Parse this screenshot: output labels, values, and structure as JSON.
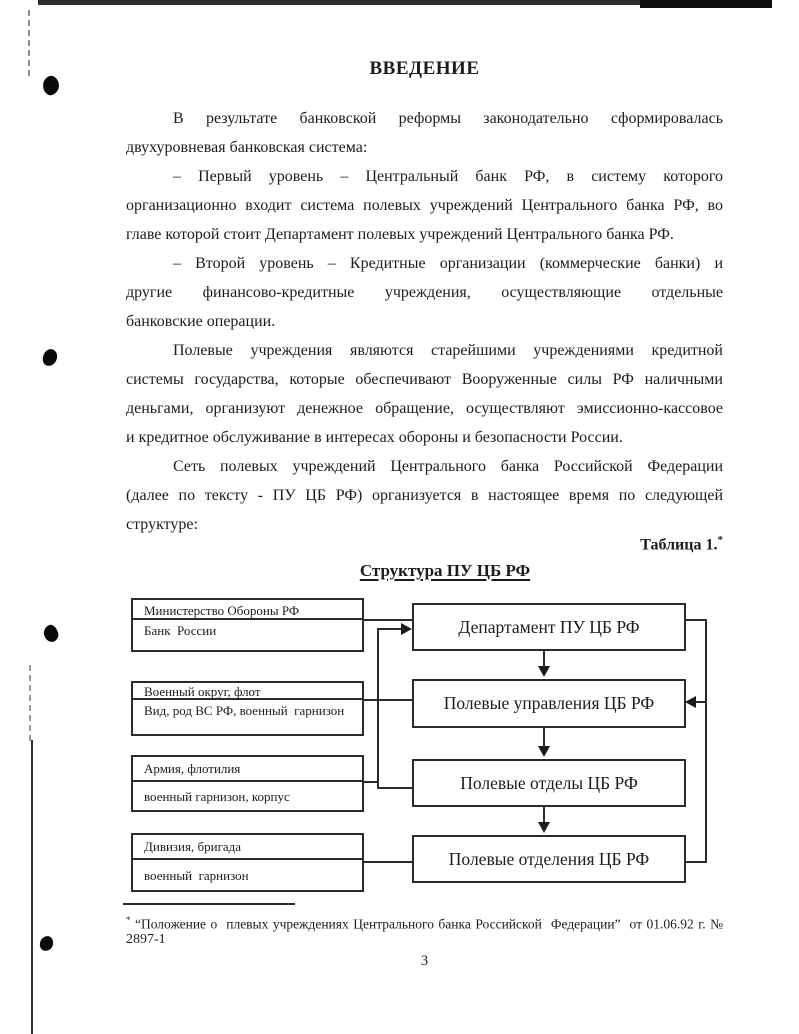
{
  "page": {
    "title": "ВВЕДЕНИЕ",
    "page_number": "3"
  },
  "colors": {
    "ink": "#1c1c1c",
    "line": "#2b2b2b",
    "background": "#ffffff"
  },
  "body_lines": [
    {
      "text": "В результате банковской реформы законодательно сформировалась"
    },
    {
      "text": "двухуровневая банковская система:"
    },
    {
      "text": "– Первый уровень – Центральный банк РФ, в систему которого"
    },
    {
      "text": "организационно входит система полевых учреждений Центрального банка РФ, во"
    },
    {
      "text": "главе которой стоит Департамент полевых учреждений Центрального банка РФ."
    },
    {
      "text": "– Второй уровень – Кредитные организации (коммерческие банки) и"
    },
    {
      "text": "другие финансово-кредитные учреждения, осуществляющие отдельные"
    },
    {
      "text": "банковские операции."
    },
    {
      "text": "Полевые учреждения являются старейшими учреждениями кредитной"
    },
    {
      "text": "системы государства, которые обеспечивают Вооруженные силы РФ наличными"
    },
    {
      "text": "деньгами, организуют денежное обращение, осуществляют эмиссионно-кассовое"
    },
    {
      "text": "и кредитное обслуживание в интересах обороны и безопасности России."
    },
    {
      "text": "Сеть полевых учреждений Центрального банка Российской Федерации"
    },
    {
      "text": "(далее по тексту - ПУ ЦБ РФ) организуется в настоящее время по следующей"
    },
    {
      "text": "структуре:"
    }
  ],
  "table_label": {
    "text": "Таблица 1.",
    "footnote_mark": "*"
  },
  "diagram": {
    "heading": "Структура ПУ ЦБ РФ",
    "left_boxes": [
      {
        "top_text": "Министерство Обороны РФ",
        "bottom_text": "Банк  России"
      },
      {
        "top_text": "Военный округ, флот",
        "bottom_text": "Вид, род ВС РФ, военный  гарнизон"
      },
      {
        "top_text": "Армия, флотилия",
        "bottom_text": "военный гарнизон, корпус"
      },
      {
        "top_text": "Дивизия, бригада",
        "bottom_text": "военный  гарнизон"
      }
    ],
    "right_boxes": [
      {
        "label": "Департамент ПУ ЦБ РФ"
      },
      {
        "label": "Полевые управления ЦБ РФ"
      },
      {
        "label": "Полевые отделы ЦБ РФ"
      },
      {
        "label": "Полевые отделения ЦБ РФ"
      }
    ]
  },
  "footnote": {
    "mark": "*",
    "line1": " “Положение о  плевых учреждениях Центрального банка Российской  Федерации”  от 01.06.92 г. №",
    "line2": "2897-1"
  }
}
